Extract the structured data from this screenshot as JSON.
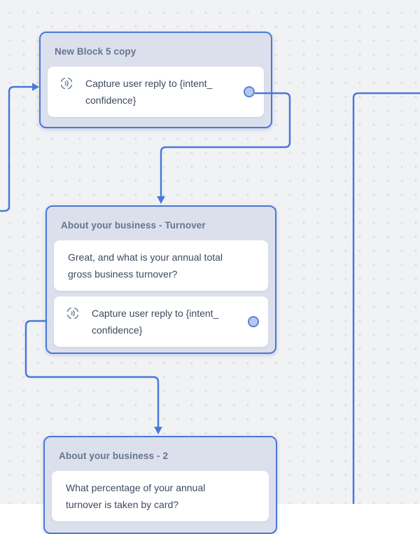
{
  "app": {
    "view": "flow-canvas"
  },
  "colors": {
    "accent_blue": "#4a78d8",
    "block_bg": "#dbe0ec",
    "canvas_bg": "#f1f2f4",
    "dot_color": "#d7dbe0",
    "title_text": "#66758f",
    "step_text": "#3d4961",
    "port_fill": "#b7c8ee",
    "port_stroke": "#5a82d8",
    "icon_color": "#6e7e99"
  },
  "blocks": [
    {
      "title": "New Block 5 copy",
      "steps": [
        {
          "type": "capture",
          "icon": "capture-icon",
          "lines": [
            "Capture user reply to {intent_",
            "confidence}"
          ],
          "has_port": true
        }
      ]
    },
    {
      "title": "About your business - Turnover",
      "steps": [
        {
          "type": "text",
          "lines": [
            "Great, and what is your annual total",
            "gross business turnover?"
          ],
          "has_port": false
        },
        {
          "type": "capture",
          "icon": "capture-icon",
          "lines": [
            "Capture user reply to {intent_",
            "confidence}"
          ],
          "has_port": true
        }
      ]
    },
    {
      "title": "About your business - 2",
      "steps": [
        {
          "type": "text",
          "lines": [
            "What percentage of your annual",
            "turnover is taken by card?"
          ],
          "has_port": false
        }
      ]
    }
  ],
  "connectors": [
    {
      "name": "incoming-left-to-block-1",
      "arrow": "right"
    },
    {
      "name": "block-1-port-to-block-2",
      "arrow": "down"
    },
    {
      "name": "block-2-capture-to-block-3",
      "arrow": "down"
    },
    {
      "name": "offscreen-right-line",
      "arrow": "none"
    }
  ]
}
